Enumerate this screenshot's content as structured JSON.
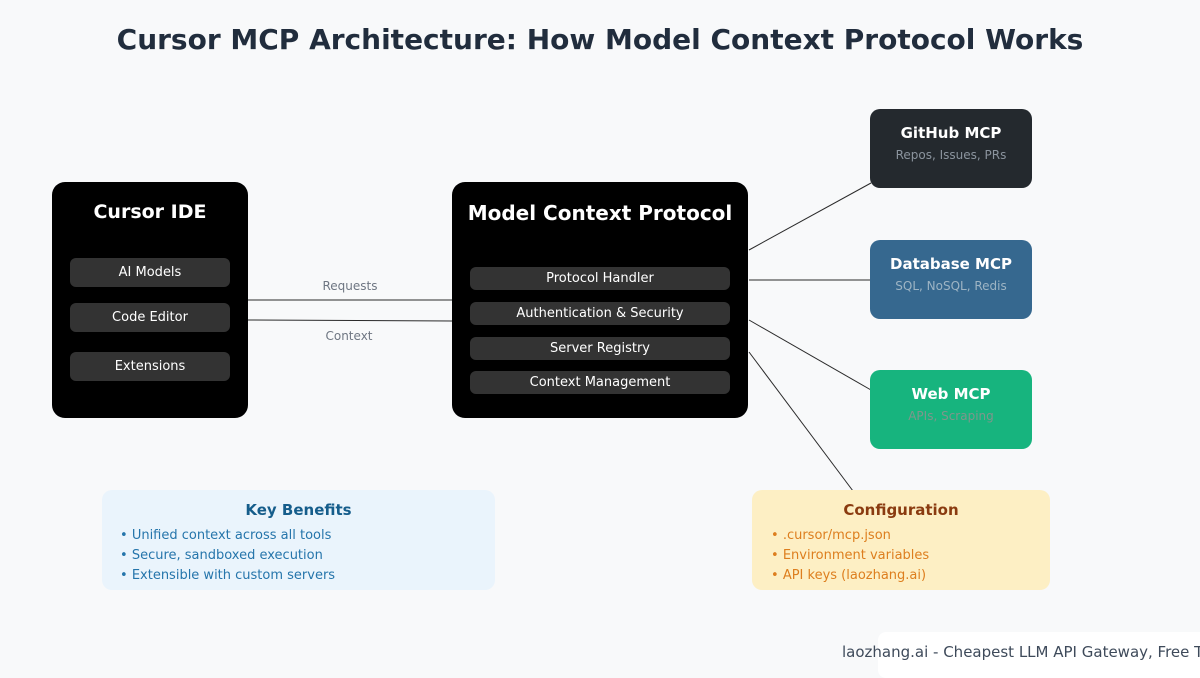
{
  "title": "Cursor MCP Architecture: How Model Context Protocol Works",
  "cursor_ide": {
    "title": "Cursor IDE",
    "components": [
      "AI Models",
      "Code Editor",
      "Extensions"
    ]
  },
  "mcp": {
    "title": "Model Context Protocol",
    "components": [
      "Protocol Handler",
      "Authentication & Security",
      "Server Registry",
      "Context Management"
    ]
  },
  "connections": {
    "requests_label": "Requests",
    "context_label": "Context"
  },
  "servers": [
    {
      "title": "GitHub MCP",
      "subtitle": "Repos, Issues, PRs",
      "bg": "#24292e",
      "subtitle_color": "#8b949e"
    },
    {
      "title": "Database MCP",
      "subtitle": "SQL, NoSQL, Redis",
      "bg": "#36688f",
      "subtitle_color": "#9db4c4"
    },
    {
      "title": "Web MCP",
      "subtitle": "APIs, Scraping",
      "bg": "#17b47e",
      "subtitle_color": "#7f968c"
    }
  ],
  "key_benefits": {
    "title": "Key Benefits",
    "items": [
      "Unified context across all tools",
      "Secure, sandboxed execution",
      "Extensible with custom servers"
    ]
  },
  "configuration": {
    "title": "Configuration",
    "items": [
      ".cursor/mcp.json",
      "Environment variables",
      "API keys (laozhang.ai)"
    ]
  },
  "watermark": "laozhang.ai - Cheapest LLM API Gateway, Free Trial Ava",
  "colors": {
    "background": "#f8f9fa",
    "node_background": "#000000",
    "node_chip": "#333333",
    "title_text": "#212d3d",
    "connector_line": "#2a2a2a",
    "benefits_background": "#eaf4fc",
    "benefits_title": "#155d8b",
    "benefits_item": "#2575ab",
    "config_background": "#fdefc4",
    "config_title": "#8a3b10",
    "config_item": "#dd7e1e"
  }
}
